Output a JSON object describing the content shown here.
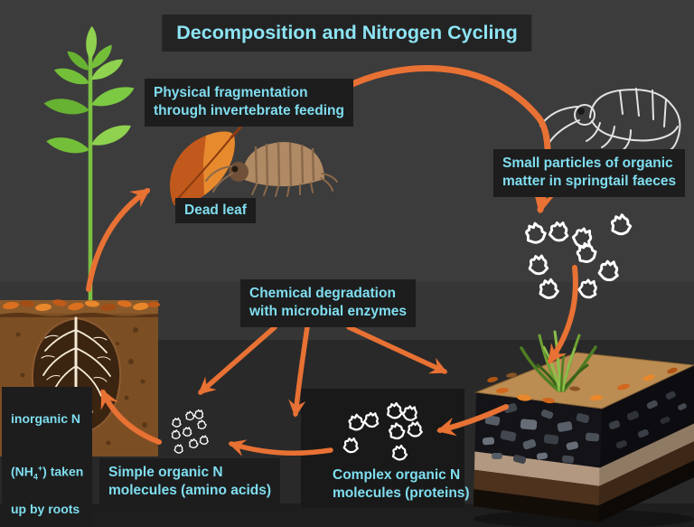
{
  "title": "Decomposition and Nitrogen Cycling",
  "labels": {
    "physical_fragmentation": "Physical fragmentation\nthrough invertebrate feeding",
    "dead_leaf": "Dead leaf",
    "small_particles": "Small particles of organic\nmatter in springtail faeces",
    "chemical_degradation": "Chemical degradation\nwith microbial enzymes",
    "simple_organic_n": "Simple organic N\nmolecules (amino acids)",
    "complex_organic_n": "Complex organic N\nmolecules (proteins)",
    "inorganic_n": {
      "line1": "inorganic N",
      "line2_pre": "(NH",
      "sub": "4",
      "sup": "+",
      "line2_post": ") taken",
      "line3": "up by roots"
    }
  },
  "colors": {
    "background_top": "#3c3c3c",
    "background_mid": "#363636",
    "background_bottom": "#292929",
    "background_footer": "#1e1e1e",
    "label_box": "#1d1d1d",
    "label_text": "#7fdef0",
    "title_text": "#8ce4f4",
    "arrow_orange": "#e87134",
    "dead_leaf_orange": "#c2591c",
    "plant_green": "#76c23d",
    "soil_brown": "#7c4e24",
    "particle_outline": "#ffffff"
  },
  "icons": [
    "plant-icon",
    "soil-cross-section-icon",
    "root-system-icon",
    "dead-leaf-icon",
    "woodlouse-icon",
    "springtail-icon",
    "organic-particle-icon",
    "soil-block-icon",
    "grass-icon",
    "flow-arrow-icon"
  ],
  "flows": [
    {
      "from": "plant",
      "to": "dead leaf"
    },
    {
      "from": "physical fragmentation",
      "to": "springtail faeces particles"
    },
    {
      "from": "faeces particles",
      "to": "soil block"
    },
    {
      "from": "soil block",
      "to": "complex organic N molecules"
    },
    {
      "from": "chemical degradation",
      "to": "simple organic N molecules"
    },
    {
      "from": "chemical degradation",
      "to": "soil organic matter"
    },
    {
      "from": "chemical degradation",
      "to": "soil block"
    },
    {
      "from": "complex organic N molecules",
      "to": "simple organic N molecules"
    },
    {
      "from": "simple organic N molecules",
      "to": "plant roots"
    }
  ]
}
